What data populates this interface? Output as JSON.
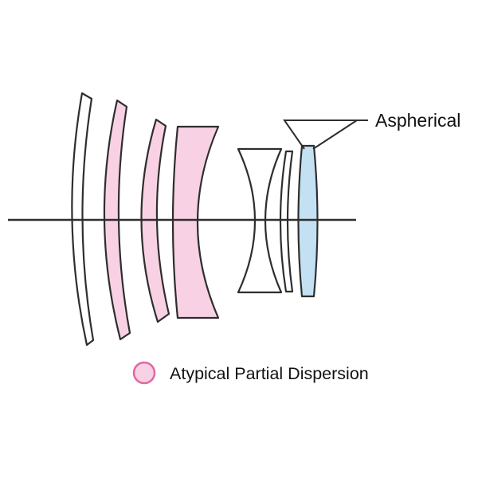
{
  "figure": {
    "kind": "lens-cross-section-diagram",
    "background": "#ffffff"
  },
  "labels": {
    "aspherical": "Aspherical",
    "legend": "Atypical Partial Dispersion"
  },
  "colors": {
    "standard_fill": "#ffffff",
    "atypical_fill": "#f8d2e4",
    "aspherical_fill": "#c3e1f3",
    "outline": "#2e2e2e",
    "legend_circle_stroke": "#df6a9f",
    "text": "#111111"
  },
  "elements": [
    {
      "id": 1,
      "shape": "meniscus",
      "glass": "standard"
    },
    {
      "id": 2,
      "shape": "meniscus",
      "glass": "atypical-partial-dispersion"
    },
    {
      "id": 3,
      "shape": "meniscus",
      "glass": "atypical-partial-dispersion"
    },
    {
      "id": 4,
      "shape": "thick-meniscus",
      "glass": "atypical-partial-dispersion"
    },
    {
      "id": 5,
      "shape": "biconcave",
      "glass": "standard"
    },
    {
      "id": 6,
      "shape": "thin-meniscus",
      "glass": "standard"
    },
    {
      "id": 7,
      "shape": "biconvex",
      "glass": "aspherical"
    }
  ]
}
